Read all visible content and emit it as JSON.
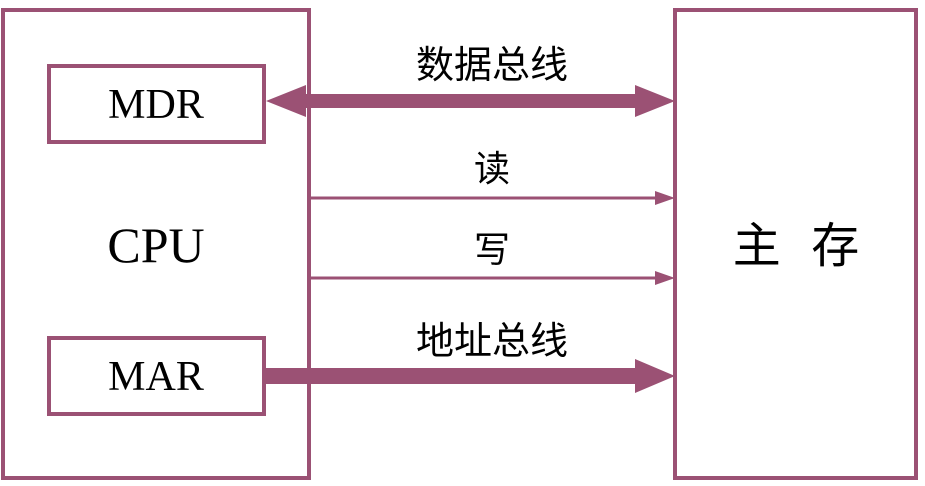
{
  "colors": {
    "accent": "#9b5174",
    "text": "#000000",
    "background": "#ffffff"
  },
  "cpu": {
    "label": "CPU",
    "mdr_label": "MDR",
    "mar_label": "MAR"
  },
  "memory": {
    "label": "主  存"
  },
  "connections": {
    "data_bus_label": "数据总线",
    "read_label": "读",
    "write_label": "写",
    "address_bus_label": "地址总线"
  }
}
